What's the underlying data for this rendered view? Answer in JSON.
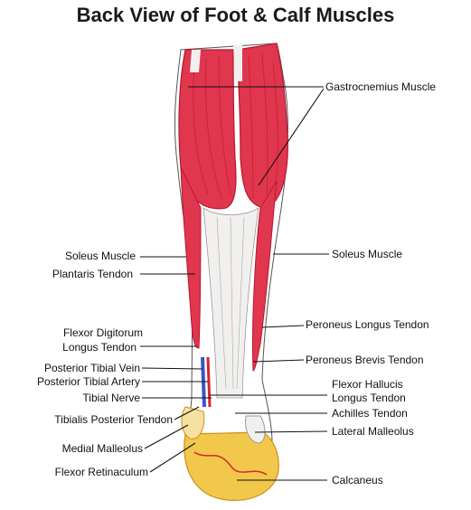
{
  "title": "Back View of Foot & Calf Muscles",
  "colors": {
    "muscle": "#e0364e",
    "muscle_dark": "#b8182f",
    "tendon": "#f1f0ee",
    "bone": "#f2c84b",
    "vein": "#3a55c8",
    "artery": "#d8242e",
    "line": "#111111"
  },
  "labels_left": {
    "soleus": "Soleus Muscle",
    "plantaris": "Plantaris Tendon",
    "flexor_digitorum_1": "Flexor Digitorum",
    "flexor_digitorum_2": "Longus Tendon",
    "post_tibial_vein": "Posterior Tibial Vein",
    "post_tibial_artery": "Posterior Tibial Artery",
    "tibial_nerve": "Tibial Nerve",
    "tibialis_posterior": "Tibialis Posterior Tendon",
    "medial_malleolus": "Medial Malleolus",
    "flexor_retinaculum": "Flexor Retinaculum"
  },
  "labels_right": {
    "gastrocnemius": "Gastrocnemius Muscle",
    "soleus": "Soleus Muscle",
    "peroneus_longus": "Peroneus Longus Tendon",
    "peroneus_brevis": "Peroneus Brevis Tendon",
    "flexor_hallucis_1": "Flexor Hallucis",
    "flexor_hallucis_2": "Longus Tendon",
    "achilles": "Achilles Tendon",
    "lateral_malleolus": "Lateral Malleolus",
    "calcaneus": "Calcaneus"
  }
}
